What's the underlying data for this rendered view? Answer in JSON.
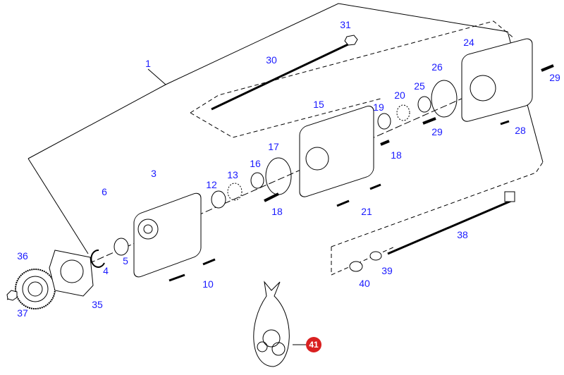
{
  "diagram": {
    "type": "exploded parts diagram - gear pump assembly",
    "callouts": [
      "1",
      "31",
      "30",
      "24",
      "29",
      "26",
      "25",
      "20",
      "19",
      "15",
      "29",
      "28",
      "18",
      "17",
      "16",
      "13",
      "12",
      "3",
      "6",
      "18",
      "21",
      "38",
      "36",
      "4",
      "5",
      "10",
      "39",
      "40",
      "35",
      "37"
    ],
    "highlighted_callout": "41",
    "colors": {
      "callout": "#1a1aff",
      "highlight": "#d92020",
      "line": "#000000"
    }
  }
}
